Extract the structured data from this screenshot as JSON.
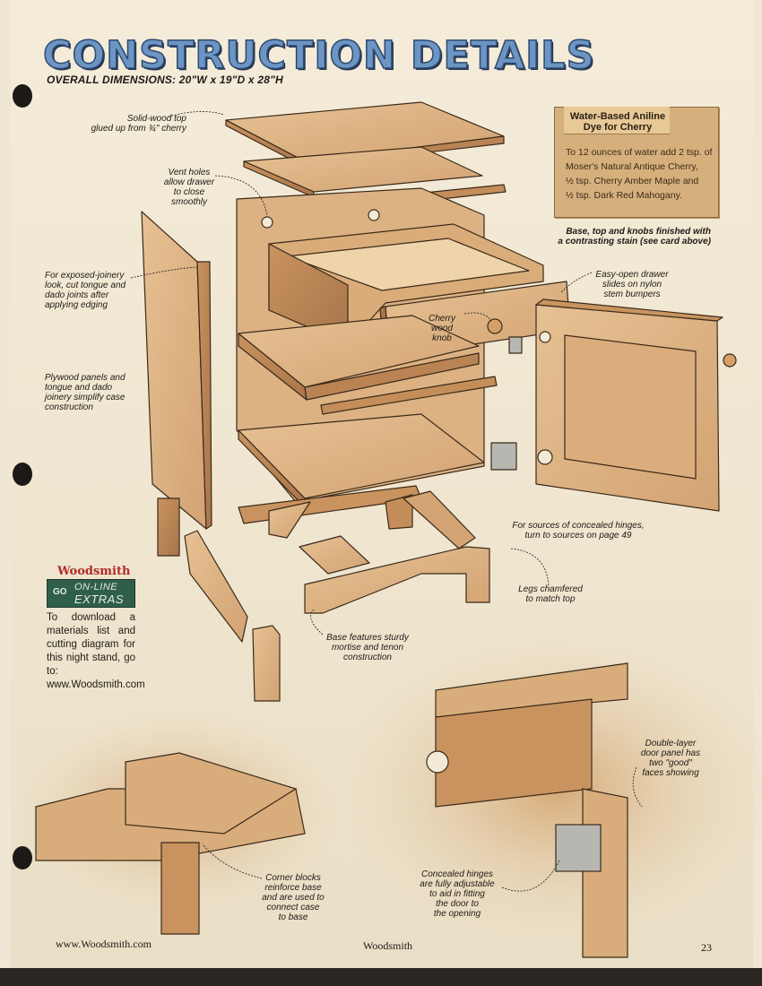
{
  "header": {
    "title": "CONSTRUCTION DETAILS",
    "overall_dimensions": "OVERALL DIMENSIONS: 20\"W x 19\"D x 28\"H"
  },
  "callouts": {
    "solid_top": [
      "Solid-wood top",
      "glued up from ¾\" cherry"
    ],
    "vent_holes": [
      "Vent holes",
      "allow drawer",
      "to close",
      "smoothly"
    ],
    "exposed_joinery": [
      "For exposed-joinery",
      "look, cut tongue and",
      "dado joints after",
      "applying edging"
    ],
    "plywood_panels": [
      "Plywood panels and",
      "tongue and dado",
      "joinery simplify case",
      "construction"
    ],
    "cherry_knob": [
      "Cherry",
      "wood",
      "knob"
    ],
    "easy_open": [
      "Easy-open drawer",
      "slides on nylon",
      "stem bumpers"
    ],
    "hinge_sources": [
      "For sources of concealed hinges,",
      "turn to sources on page 49"
    ],
    "legs_chamfered": [
      "Legs chamfered",
      "to match top"
    ],
    "base_features": [
      "Base features sturdy",
      "mortise and tenon",
      "construction"
    ],
    "double_layer": [
      "Double-layer",
      "door panel has",
      "two \"good\"",
      "faces showing"
    ],
    "corner_blocks": [
      "Corner blocks",
      "reinforce base",
      "and are used to",
      "connect case",
      "to base"
    ],
    "concealed_hinges": [
      "Concealed hinges",
      "are fully adjustable",
      "to aid in fitting",
      "the door to",
      "the opening"
    ]
  },
  "stain_card": {
    "title_line1": "Water-Based Aniline",
    "title_line2": "Dye for Cherry",
    "body_lines": [
      "To 12 ounces of water add 2 tsp. of",
      "Moser's Natural Antique Cherry,",
      "½ tsp. Cherry Amber Maple and",
      "½ tsp. Dark Red Mahogany."
    ],
    "note_line1": "Base, top and knobs finished with",
    "note_line2": "a contrasting stain (see card above)"
  },
  "online_extras": {
    "brand": "Woodsmith",
    "go": "GO",
    "line1": "ON-LINE",
    "line2": "EXTRAS",
    "text": "To download a materials list and cutting diagram for this night stand, go to: www.Woodsmith.com"
  },
  "footer": {
    "url": "www.Woodsmith.com",
    "magazine": "Woodsmith",
    "page_number": "23"
  },
  "colors": {
    "paper": "#efe7d3",
    "wood_light": "#e2b98a",
    "wood_mid": "#cf9d6c",
    "wood_dark": "#a8754a",
    "title_blue": "#6d95c4",
    "card_tan": "#d6b07c"
  }
}
